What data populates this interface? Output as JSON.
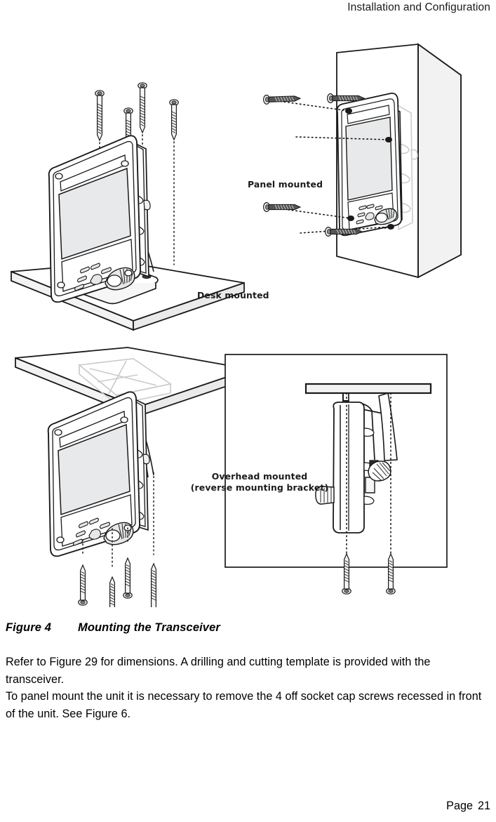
{
  "header": {
    "title": "Installation and Configuration"
  },
  "figure": {
    "callouts": {
      "panel_mounted": "Panel mounted",
      "desk_mounted": "Desk mounted",
      "overhead_mounted_line1": "Overhead mounted",
      "overhead_mounted_line2": "(reverse mounting bracket)"
    },
    "caption_number": "Figure 4",
    "caption_title": "Mounting the Transceiver",
    "diagram_description": "Line drawing showing three mounting options for a marine transceiver display unit: desk mounted on a bracket with four screws, panel mounted flush into a bulkhead with four screws, and overhead mounted beneath a deckhead using a reverse mounting bracket with four screws; an inset box at right shows the overhead side elevation.",
    "colors": {
      "line": "#1a1a1a",
      "screen_fill": "#e8e9ea",
      "surface_fill": "#f2f2f2",
      "shadow_fill": "#d9dadb",
      "ghost_line": "#c9cacb"
    }
  },
  "body": {
    "paragraph_1": "Refer to Figure 29 for dimensions. A drilling and cutting template is provided with the transceiver.",
    "paragraph_2": "To panel mount the unit it is necessary to remove the 4 off socket cap screws recessed in front of the unit. See Figure 6."
  },
  "footer": {
    "page_word": "Page",
    "page_number": "21"
  }
}
